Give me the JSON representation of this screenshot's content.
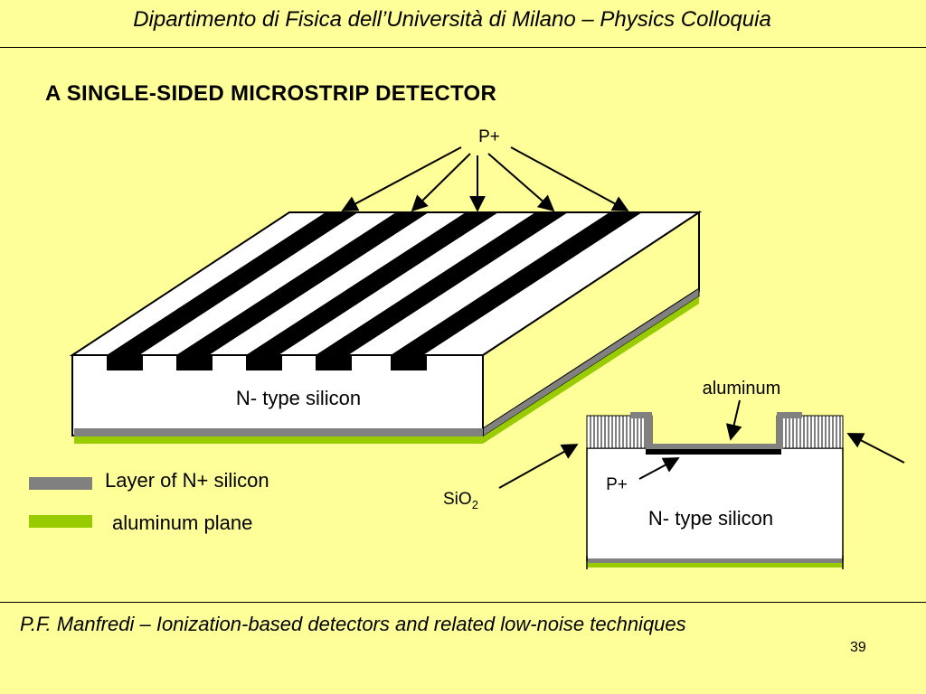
{
  "header": {
    "title": "Dipartimento di Fisica dell’Università di Milano – Physics Colloquia"
  },
  "slide": {
    "title": "A SINGLE-SIDED MICROSTRIP DETECTOR"
  },
  "diagram": {
    "p_plus_top": "P+",
    "n_type_main": "N- type silicon",
    "aluminum": "aluminum",
    "sio2_base": "SiO",
    "sio2_sub": "2",
    "p_plus_inset": "P+",
    "n_type_inset": "N- type silicon"
  },
  "legend": {
    "items": [
      {
        "label": "Layer of N+ silicon",
        "color": "#808080"
      },
      {
        "label": "aluminum plane",
        "color": "#99CC00"
      }
    ]
  },
  "footer": {
    "text": "P.F. Manfredi – Ionization-based detectors and related low-noise techniques"
  },
  "page": {
    "number": "39"
  },
  "colors": {
    "background": "#FFFF99",
    "aluminum": "#99CC00",
    "n_plus": "#808080"
  }
}
